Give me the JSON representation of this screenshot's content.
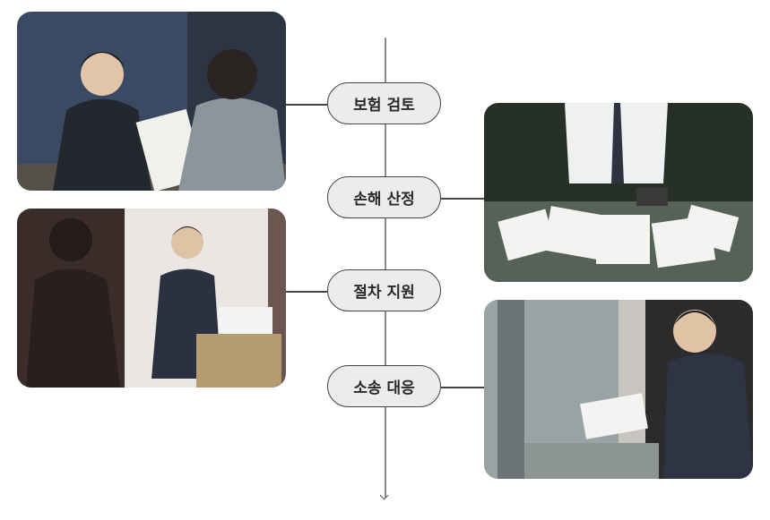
{
  "steps": [
    {
      "label": "보험 검토",
      "side": "left"
    },
    {
      "label": "손해 산정",
      "side": "right"
    },
    {
      "label": "절차 지원",
      "side": "left"
    },
    {
      "label": "소송 대응",
      "side": "right"
    }
  ],
  "colors": {
    "line": "#8a8a8a",
    "pill_bg": "#ececec",
    "pill_border": "#444444"
  }
}
